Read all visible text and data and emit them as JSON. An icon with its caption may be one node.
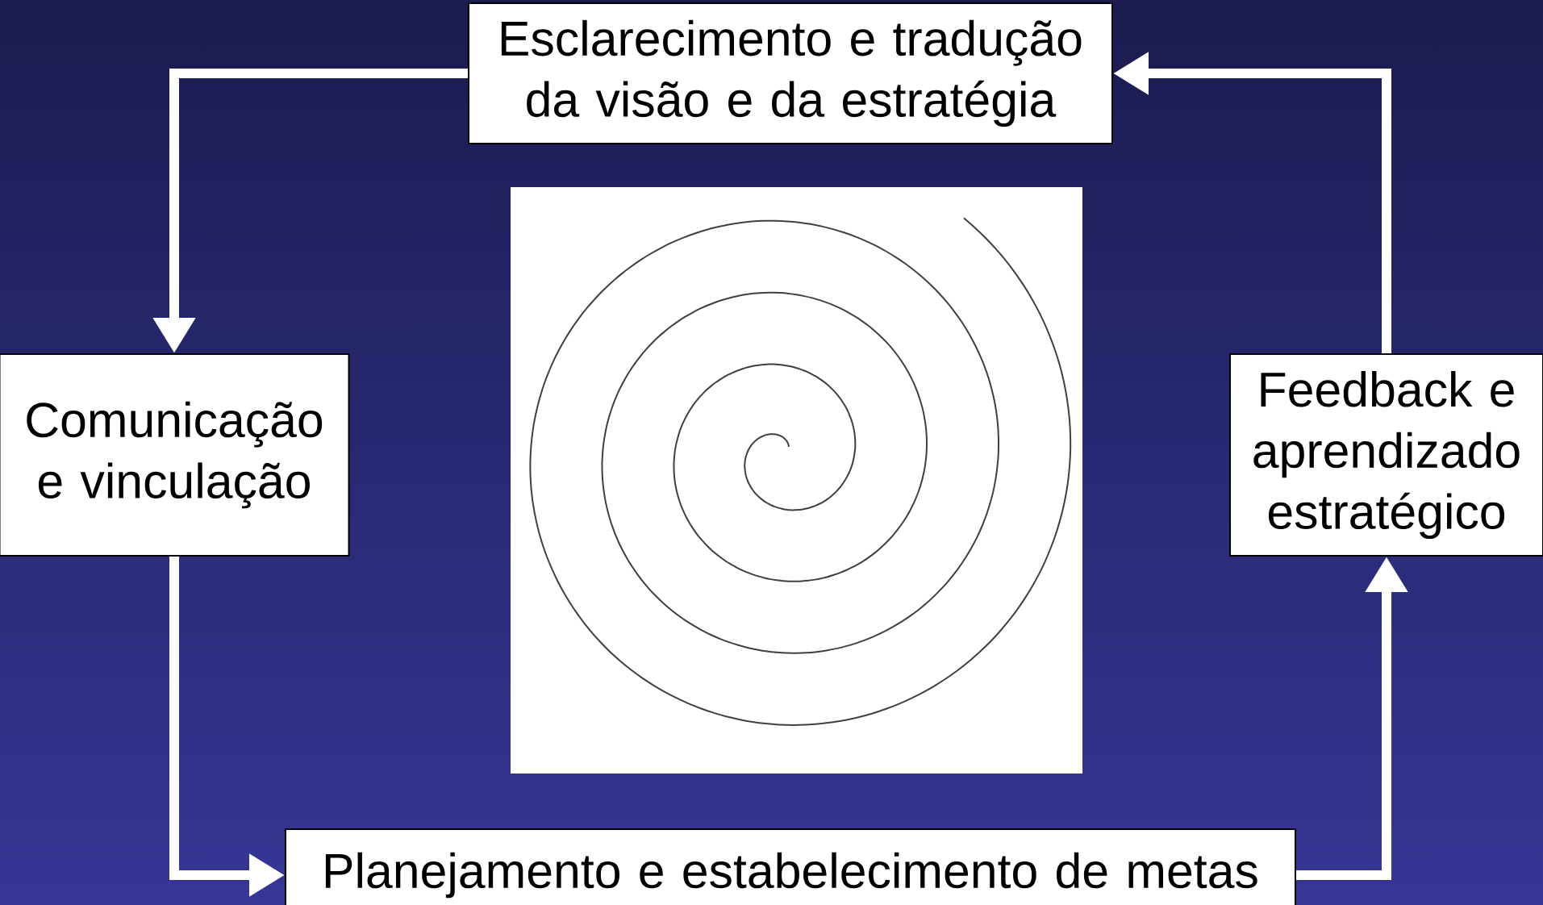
{
  "diagram": {
    "nodes": [
      {
        "text": [
          "Esclarecimento e tradução da visão e da estratégia"
        ]
      },
      {
        "text": [
          "Comunicação e vinculação"
        ]
      },
      {
        "text": [
          "Planejamento e estabelecimento de metas"
        ]
      },
      {
        "text": [
          "Feedback e aprendizado estratégico"
        ]
      }
    ],
    "edges": [
      {
        "from": 0,
        "to": 1,
        "arrow": "to"
      },
      {
        "from": 1,
        "to": 2,
        "arrow": "to"
      },
      {
        "from": 2,
        "to": 3,
        "arrow": "to"
      },
      {
        "from": 3,
        "to": 0,
        "arrow": "to"
      }
    ]
  }
}
